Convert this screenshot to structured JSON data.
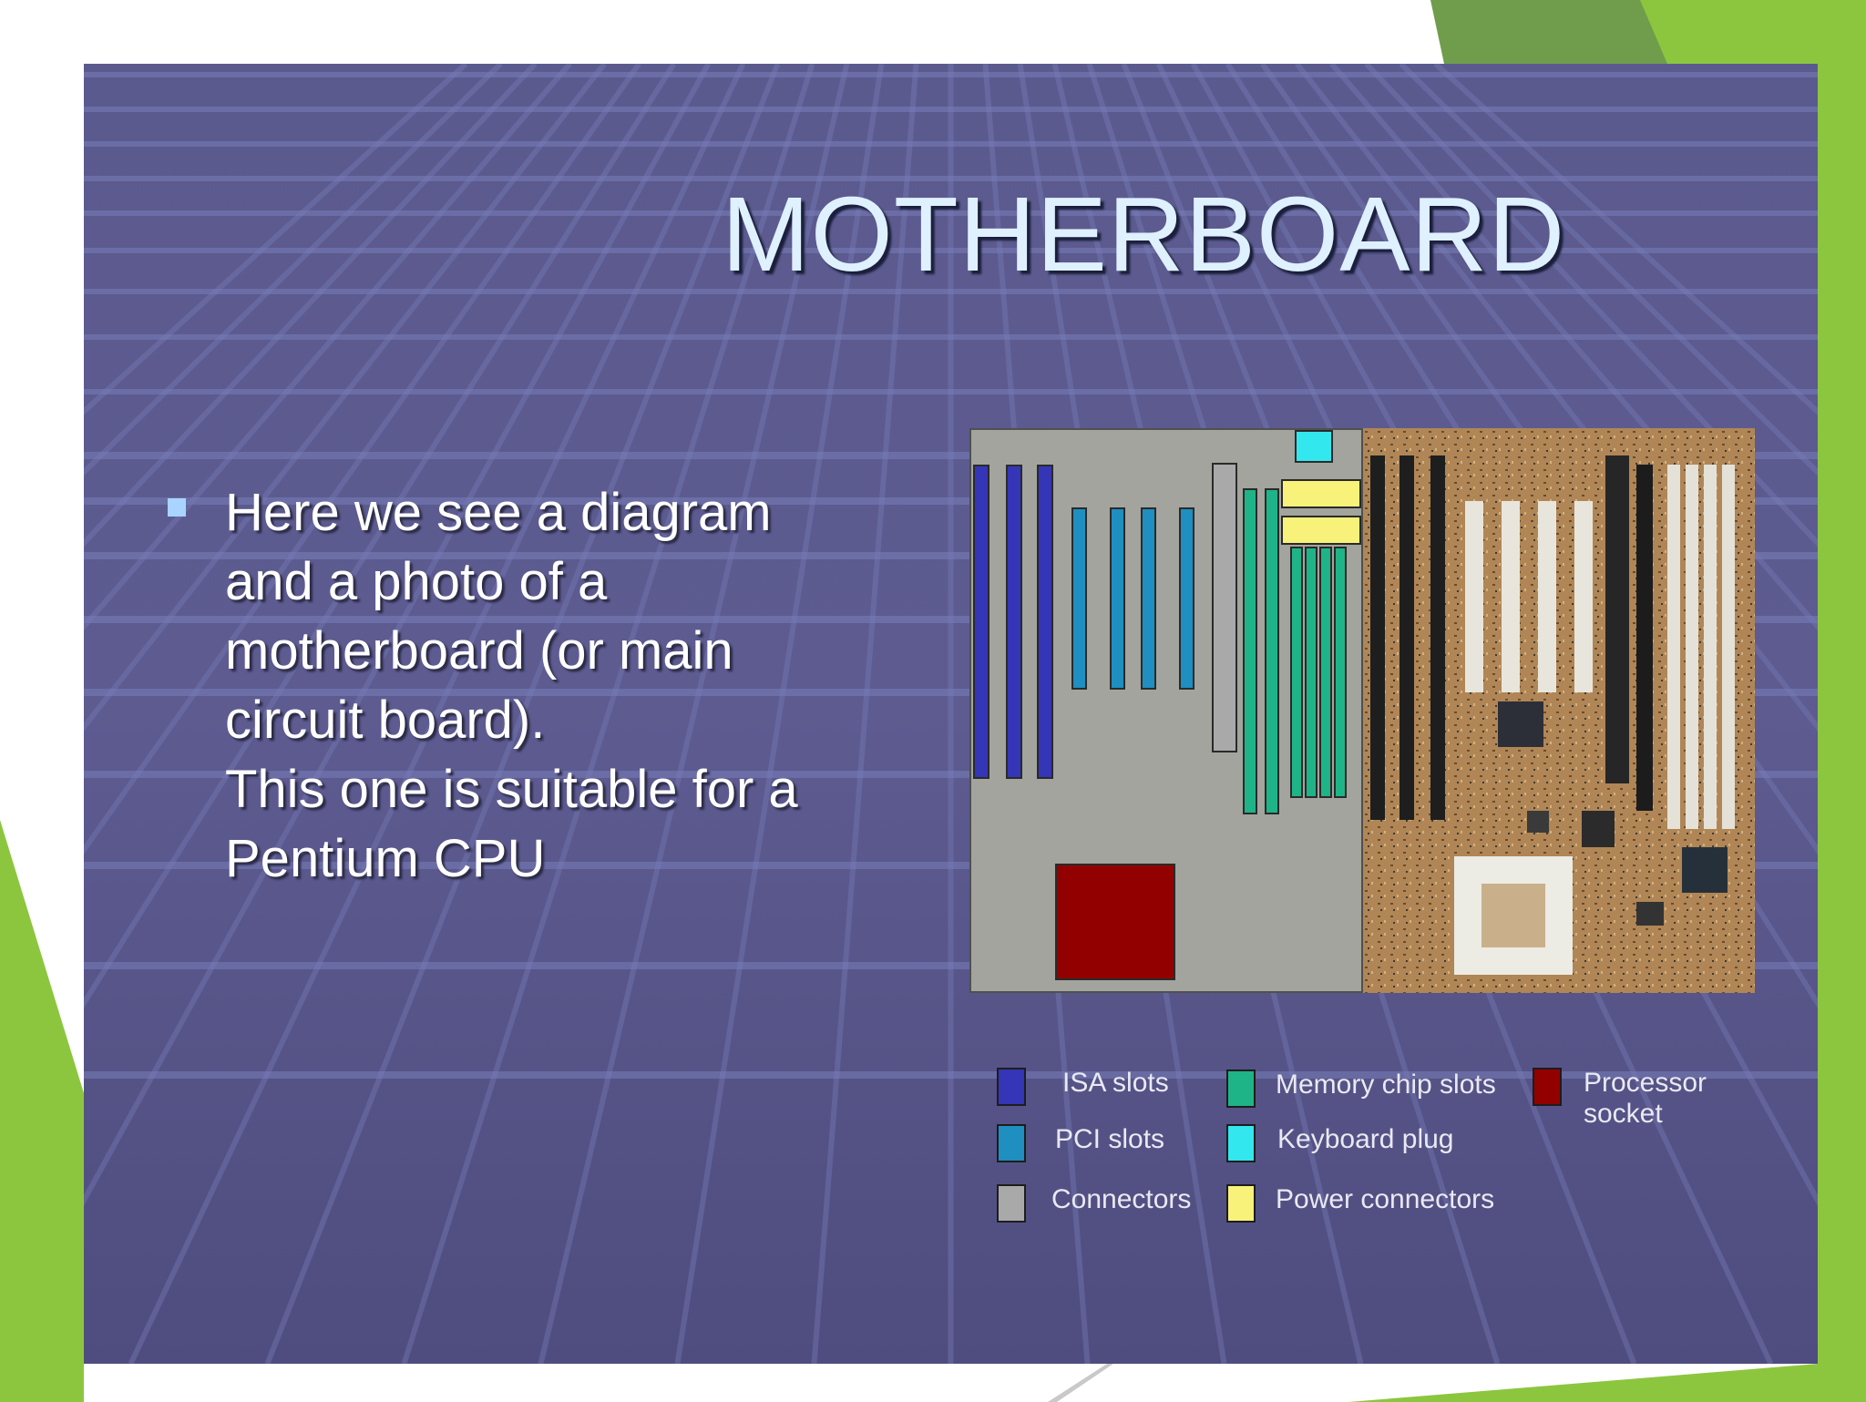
{
  "slide": {
    "title": "MOTHERBOARD",
    "bullet_lines": [
      "Here we see a diagram",
      "and a photo of a",
      "motherboard (or main",
      "circuit board).",
      "This one is suitable for a",
      "Pentium CPU"
    ]
  },
  "legend": {
    "isa_slots": "ISA slots",
    "pci_slots": "PCI slots",
    "connectors": "Connectors",
    "memory_chip_slots": "Memory chip slots",
    "keyboard_plug": "Keyboard plug",
    "power_connectors": "Power connectors",
    "processor_line1": "Processor",
    "processor_line2": "socket"
  },
  "colors": {
    "isa": "#3535b8",
    "pci": "#1e8fc0",
    "connectors": "#a9a9a9",
    "memory": "#1fb487",
    "keyboard": "#33e7ee",
    "power": "#f8f27a",
    "processor": "#930000",
    "accent_green": "#8cc63f"
  }
}
